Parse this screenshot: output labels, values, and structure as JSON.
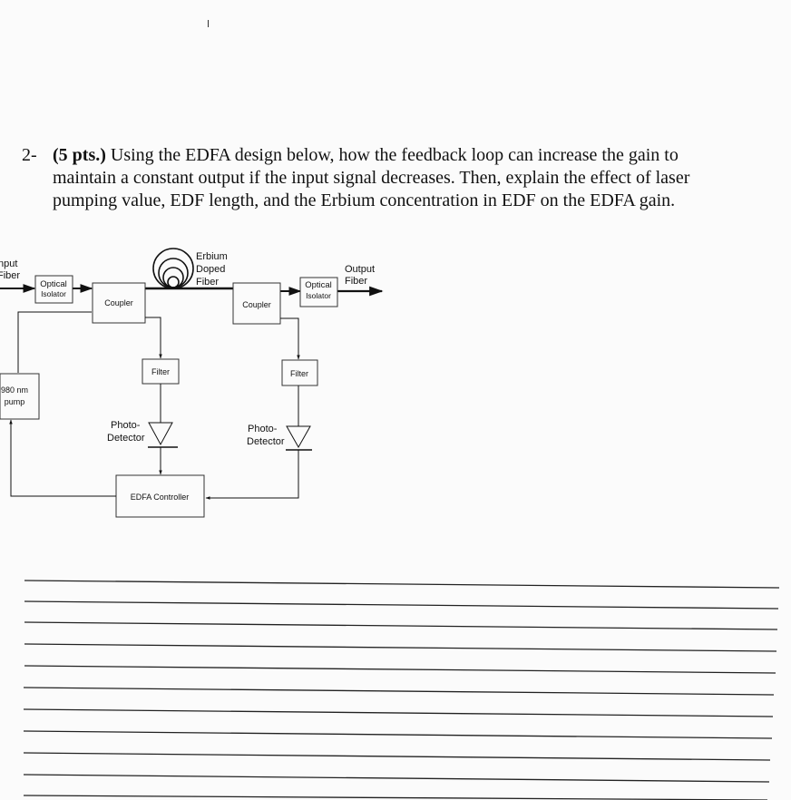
{
  "question": {
    "number": "2-",
    "points": "(5 pts.)",
    "text_line1": " Using the EDFA design below, how the feedback loop can increase the gain to",
    "text_line2": "maintain a constant output if the input signal decreases.  Then, explain the effect of laser",
    "text_line3": "pumping value, EDF length, and the Erbium concentration in EDF on the EDFA gain."
  },
  "diagram": {
    "input_fiber": [
      "nput",
      "Fiber"
    ],
    "optical_isolator_in": [
      "Optical",
      "Isolator"
    ],
    "coupler_in": "Coupler",
    "erbium_doped_fiber": [
      "Erbium",
      "Doped",
      "Fiber"
    ],
    "coupler_out": "Coupler",
    "optical_isolator_out": [
      "Optical",
      "Isolator"
    ],
    "output_fiber": [
      "Output",
      "Fiber"
    ],
    "filter_left": "Filter",
    "filter_right": "Filter",
    "pump": [
      "980 nm",
      "pump"
    ],
    "photo_detector_left": [
      "Photo-",
      "Detector"
    ],
    "photo_detector_right": [
      "Photo-",
      "Detector"
    ],
    "controller": "EDFA Controller"
  },
  "answer_lines": 11
}
